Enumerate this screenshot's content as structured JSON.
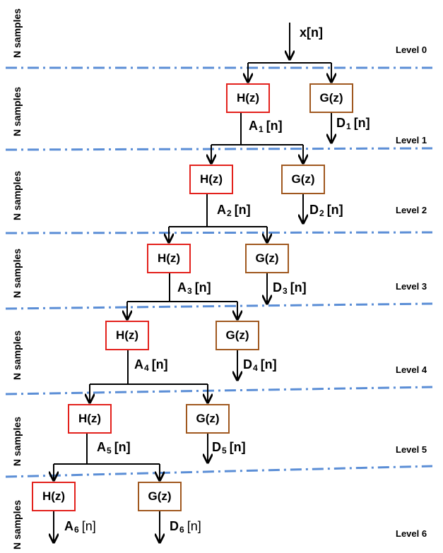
{
  "input_signal": "x[n]",
  "samples_label": "N samples",
  "levels": [
    "Level 0",
    "Level 1",
    "Level 2",
    "Level 3",
    "Level 4",
    "Level 5",
    "Level 6"
  ],
  "colors": {
    "lowpass_border": "#e3211c",
    "highpass_border": "#a0581f",
    "divider": "#5b8ed6"
  },
  "stages": [
    {
      "lowpass": "H(z)",
      "highpass": "G(z)",
      "approx": {
        "base": "A",
        "sub": "1",
        "suffix": "[n]"
      },
      "detail": {
        "base": "D",
        "sub": "1",
        "suffix": "[n]"
      }
    },
    {
      "lowpass": "H(z)",
      "highpass": "G(z)",
      "approx": {
        "base": "A",
        "sub": "2",
        "suffix": "[n]"
      },
      "detail": {
        "base": "D",
        "sub": "2",
        "suffix": "[n]"
      }
    },
    {
      "lowpass": "H(z)",
      "highpass": "G(z)",
      "approx": {
        "base": "A",
        "sub": "3",
        "suffix": "[n]"
      },
      "detail": {
        "base": "D",
        "sub": "3",
        "suffix": "[n]"
      }
    },
    {
      "lowpass": "H(z)",
      "highpass": "G(z)",
      "approx": {
        "base": "A",
        "sub": "4",
        "suffix": "[n]"
      },
      "detail": {
        "base": "D",
        "sub": "4",
        "suffix": "[n]"
      }
    },
    {
      "lowpass": "H(z)",
      "highpass": "G(z)",
      "approx": {
        "base": "A",
        "sub": "5",
        "suffix": "[n]"
      },
      "detail": {
        "base": "D",
        "sub": "5",
        "suffix": "[n]"
      }
    },
    {
      "lowpass": "H(z)",
      "highpass": "G(z)",
      "approx": {
        "base": "A",
        "sub": "6",
        "suffix": "[n]"
      },
      "detail": {
        "base": "D",
        "sub": "6",
        "suffix": "[n]"
      }
    }
  ]
}
